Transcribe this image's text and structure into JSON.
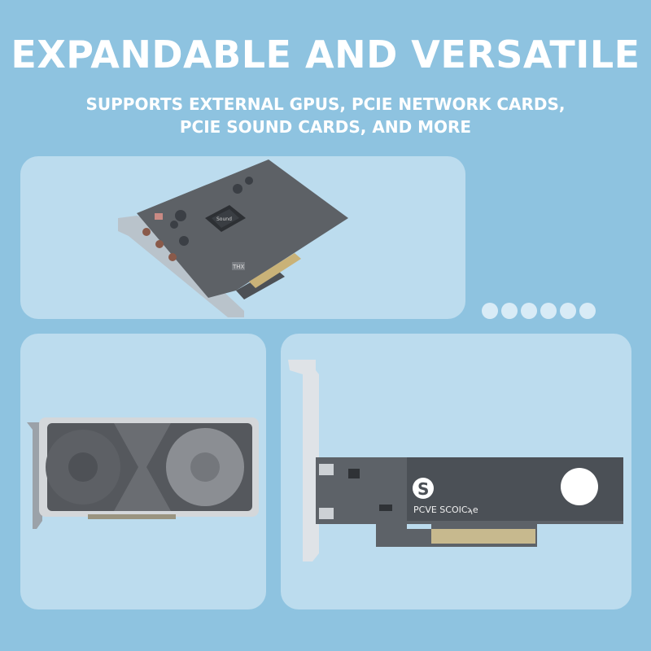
{
  "headline": "EXPANDABLE AND VERSATILE",
  "subheadline": {
    "line1": "SUPPORTS EXTERNAL GPUS, PCIE NETWORK CARDS,",
    "line2": "PCIE SOUND CARDS, AND MORE"
  },
  "sound_card": {
    "chip_label": "Sound",
    "thx_label": "THX"
  },
  "ssd_adapter": {
    "brand_label": "PCVE SCOIC",
    "suffix_label": "ϡe",
    "logo_letter": "S"
  },
  "carousel": {
    "dot_count": 6
  },
  "colors": {
    "background": "#8ec3e0",
    "panel": "#e1f0fa",
    "text": "#ffffff"
  }
}
